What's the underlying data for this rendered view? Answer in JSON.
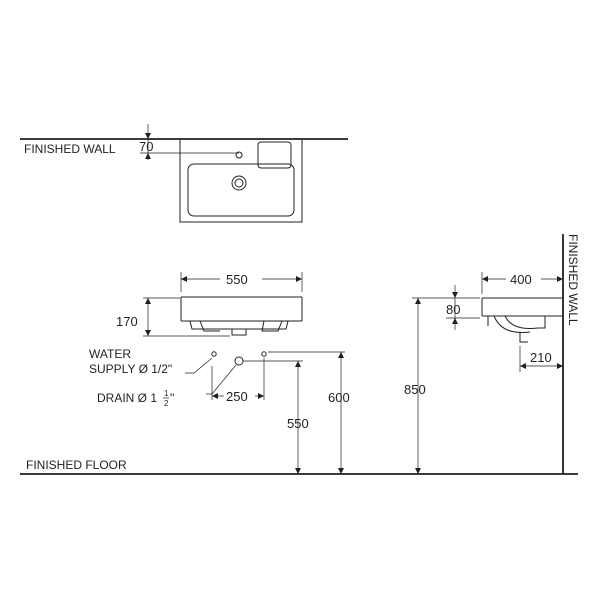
{
  "labels": {
    "finished_wall_top": "FINISHED WALL",
    "finished_wall_side": "FINISHED WALL",
    "finished_floor": "FINISHED FLOOR",
    "water_supply_line1": "WATER",
    "water_supply_line2": "SUPPLY Ø 1/2\"",
    "drain_prefix": "DRAIN Ø 1",
    "drain_num": "1",
    "drain_den": "2",
    "drain_suffix": "\""
  },
  "dimensions": {
    "wall_offset": "70",
    "width": "550",
    "height": "170",
    "supply_spacing": "250",
    "drain_height": "550",
    "rim_height": "600",
    "side_rim_height": "850",
    "depth": "400",
    "side_thickness": "80",
    "side_drain_offset": "210"
  }
}
